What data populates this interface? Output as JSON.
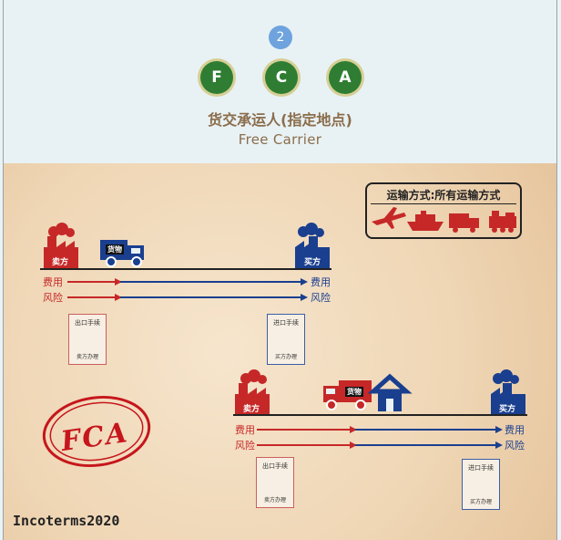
{
  "header": {
    "step": "2",
    "letters": [
      "F",
      "C",
      "A"
    ],
    "title": "货交承运人(指定地点)",
    "subtitle": "Free Carrier"
  },
  "transport": {
    "title": "运输方式:所有运输方式",
    "icons": [
      "airplane-icon",
      "ship-icon",
      "truck-icon",
      "train-icon"
    ]
  },
  "scene1": {
    "seller": "卖方",
    "buyer": "买方",
    "goods": "货物",
    "cost": "费用",
    "risk": "风险",
    "export_doc_title": "出口手续",
    "export_doc_foot": "卖方办理",
    "import_doc_title": "进口手续",
    "import_doc_foot": "买方办理"
  },
  "scene2": {
    "seller": "卖方",
    "buyer": "买方",
    "goods": "货物",
    "cost": "费用",
    "risk": "风险",
    "export_doc_title": "出口手续",
    "export_doc_foot": "卖方办理",
    "import_doc_title": "进口手续",
    "import_doc_foot": "买方办理"
  },
  "stamp": "FCA",
  "footer": "Incoterms2020",
  "colors": {
    "seller_red": "#c62828",
    "buyer_blue": "#1a3f8f",
    "letter_green": "#2f7d32",
    "step_blue": "#6ea3dd"
  }
}
